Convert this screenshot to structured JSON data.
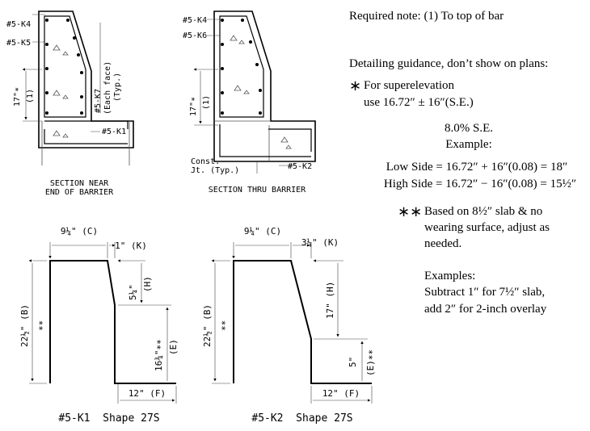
{
  "notes": {
    "required_note": "Required note: (1) To top of bar",
    "guidance_heading": "Detailing guidance, don’t show on plans:",
    "star_symbol": "∗",
    "star_line1": "For superelevation",
    "star_line2": "use 16.72″ ± 16″(S.E.)",
    "se_value": "8.0% S.E.",
    "example_label": "Example:",
    "low_side": "Low Side = 16.72″ + 16″(0.08) = 18″",
    "high_side": "High Side = 16.72″ − 16″(0.08) = 15½″",
    "dstar_symbol": "∗∗",
    "dstar_line1": "Based on 8½″ slab & no",
    "dstar_line2": "wearing surface, adjust as",
    "dstar_line3": "needed.",
    "examples_label": "Examples:",
    "examples_line1": "Subtract 1″ for 7½″ slab,",
    "examples_line2": "add 2″ for 2-inch overlay"
  },
  "section_end": {
    "label_k4": "#5-K4",
    "label_k5": "#5-K5",
    "label_k7": "#5-K7",
    "label_each_face": "(Each face)",
    "label_typ": "(Typ.)",
    "label_k1": "#5-K1",
    "dim_17": "17\"∗",
    "dim_1": "(1)",
    "title_line1": "SECTION NEAR",
    "title_line2": "END OF BARRIER"
  },
  "section_thru": {
    "label_k4": "#5-K4",
    "label_k6": "#5-K6",
    "dim_17": "17\"∗",
    "dim_1": "(1)",
    "const_line1": "Const.",
    "const_line2": "Jt. (Typ.)",
    "label_k2": "#5-K2",
    "title": "SECTION THRU BARRIER"
  },
  "shape_k1": {
    "dim_c": "9¼\" (C)",
    "dim_k": "1\" (K)",
    "dim_h_val": "5¼\"",
    "dim_h_lbl": "(H)",
    "dim_b_val": "22½\" (B)",
    "dim_b_star": "∗∗",
    "dim_e_val": "16¾\"∗∗",
    "dim_e_lbl": "(E)",
    "dim_f": "12\" (F)",
    "title": "#5-K1  Shape 27S"
  },
  "shape_k2": {
    "dim_c": "9¼\" (C)",
    "dim_k": "3¼\" (K)",
    "dim_h": "17\" (H)",
    "dim_b_val": "22½\" (B)",
    "dim_b_star": "∗∗",
    "dim_e_val": "5\"",
    "dim_e_lbl": "(E)∗∗",
    "dim_f": "12\" (F)",
    "title": "#5-K2  Shape 27S"
  }
}
